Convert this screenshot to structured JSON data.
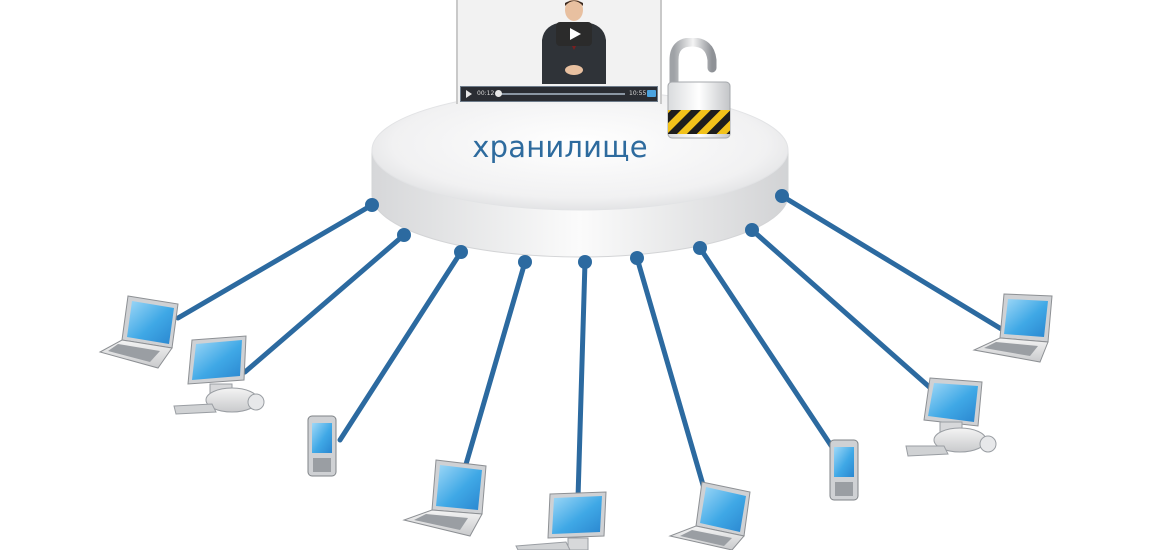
{
  "storage": {
    "label": "хранилище"
  },
  "video_player": {
    "current_time": "00:12",
    "duration": "10:55",
    "hd_badge": "HD"
  },
  "colors": {
    "connection_line": "#2c6aa0",
    "connection_dot": "#2c6aa0",
    "storage_label": "#2e6b9e",
    "screen": "#3fa8e6"
  },
  "icons": [
    "storage-disk",
    "video-player",
    "play-icon",
    "padlock-open-icon",
    "laptop-icon",
    "desktop-computer-icon",
    "mobile-phone-icon",
    "connection-line"
  ],
  "devices": [
    {
      "type": "laptop"
    },
    {
      "type": "desktop"
    },
    {
      "type": "phone"
    },
    {
      "type": "laptop"
    },
    {
      "type": "desktop"
    },
    {
      "type": "laptop"
    },
    {
      "type": "phone"
    },
    {
      "type": "desktop"
    },
    {
      "type": "laptop"
    }
  ]
}
